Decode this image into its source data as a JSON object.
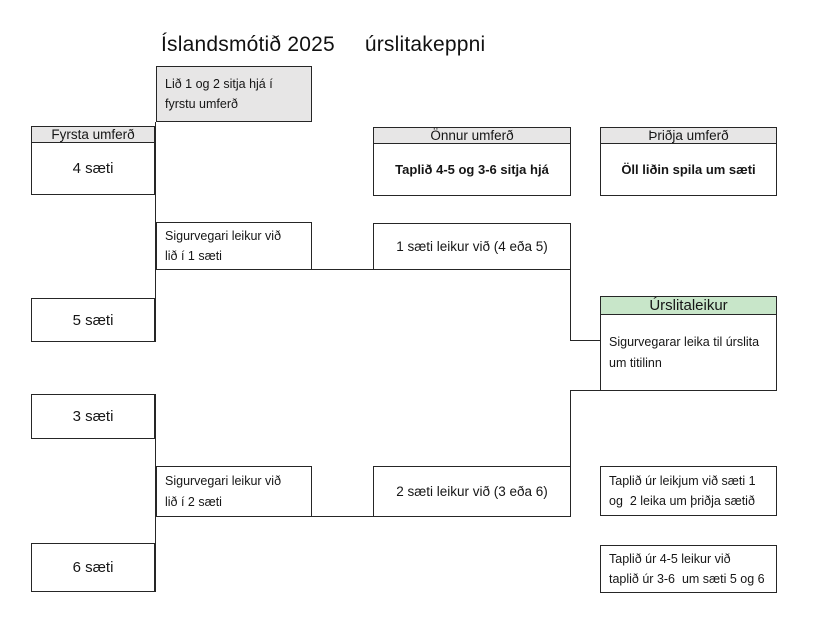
{
  "title": {
    "part1": "Íslandsmótið 2025",
    "part2": "úrslitakeppni"
  },
  "colors": {
    "header_fill": "#e7e6e6",
    "final_fill": "#c8e6c9",
    "border": "#262626",
    "background": "#ffffff"
  },
  "intro_note": "Lið 1 og 2 sitja hjá í\nfyrstu umferð",
  "round1": {
    "header": "Fyrsta umferð",
    "seed4": "4 sæti",
    "seed5": "5 sæti",
    "seed3": "3 sæti",
    "seed6": "6 sæti"
  },
  "advance1": "Sigurvegari leikur við\nlið í 1 sæti",
  "advance2": "Sigurvegari leikur við\nlið í 2 sæti",
  "round2": {
    "header": "Önnur umferð",
    "note": "Taplið 4-5 og 3-6 sitja hjá",
    "game1": "1 sæti leikur við (4 eða 5)",
    "game2": "2 sæti leikur við (3 eða 6)"
  },
  "round3": {
    "header": "Þriðja umferð",
    "note": "Öll liðin spila um sæti"
  },
  "final": {
    "label": "Úrslitaleikur",
    "description": "Sigurvegarar leika til úrslita\num titilinn"
  },
  "third_place_note": "Taplið úr leikjum við sæti 1\nog  2 leika um þriðja sætið",
  "fifth_place_note": "Taplið úr 4-5 leikur við\ntaplið úr 3-6  um sæti 5 og 6"
}
